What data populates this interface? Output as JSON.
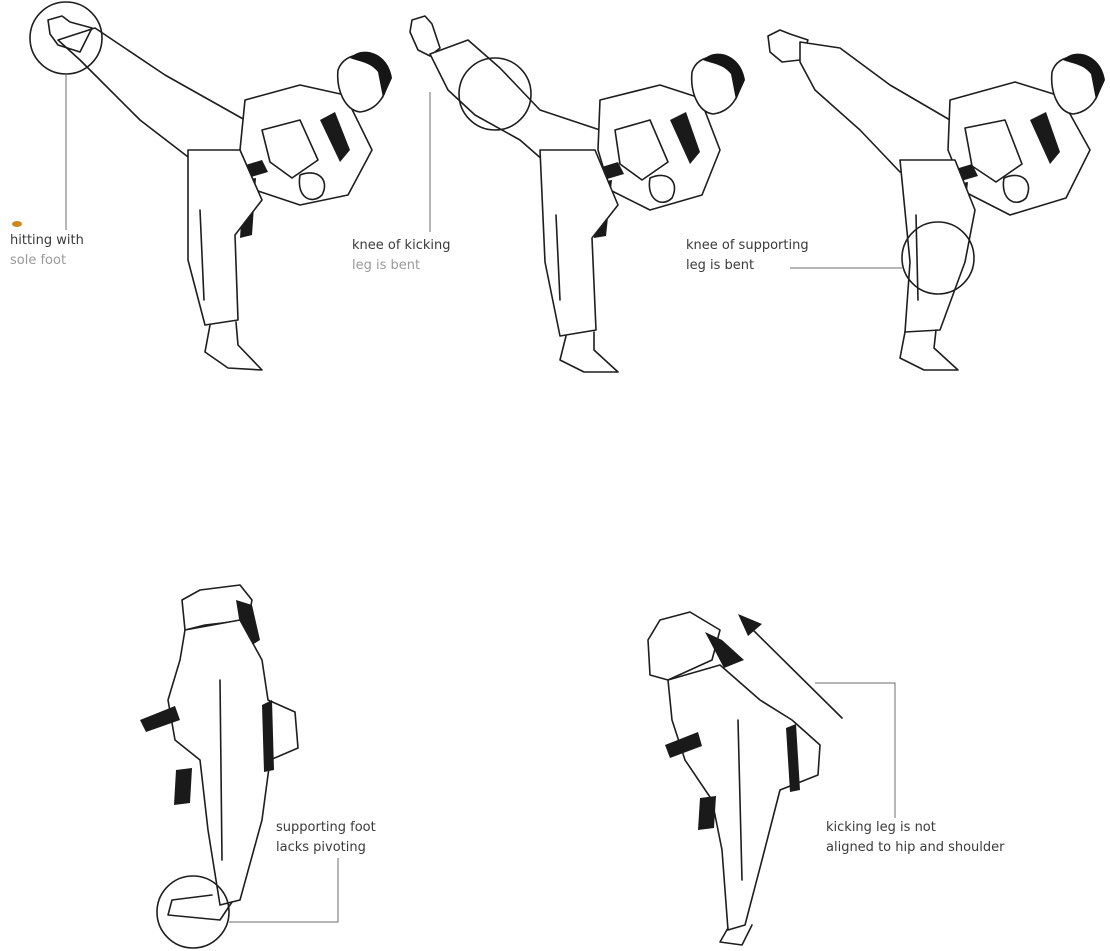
{
  "illustrations": [
    {
      "id": "fig1",
      "caption_lines": [
        "hitting with",
        "sole foot"
      ],
      "highlight": "kicking foot sole"
    },
    {
      "id": "fig2",
      "caption_lines": [
        "knee of kicking",
        "leg is bent"
      ],
      "highlight": "knee of kicking leg"
    },
    {
      "id": "fig3",
      "caption_lines": [
        "knee of supporting",
        "leg is bent"
      ],
      "highlight": "knee of supporting leg"
    },
    {
      "id": "fig4",
      "caption_lines": [
        "supporting foot",
        "lacks pivoting"
      ],
      "highlight": "supporting foot"
    },
    {
      "id": "fig5",
      "caption_lines": [
        "kicking leg is not",
        "aligned to hip and shoulder"
      ],
      "highlight": "direction arrow"
    }
  ],
  "colors": {
    "line": "#1e1e1e",
    "belt": "#1a1a1a",
    "caption": "#3a3a3a",
    "leader": "#6d6d6d",
    "accent_dot": "#c8891a"
  }
}
